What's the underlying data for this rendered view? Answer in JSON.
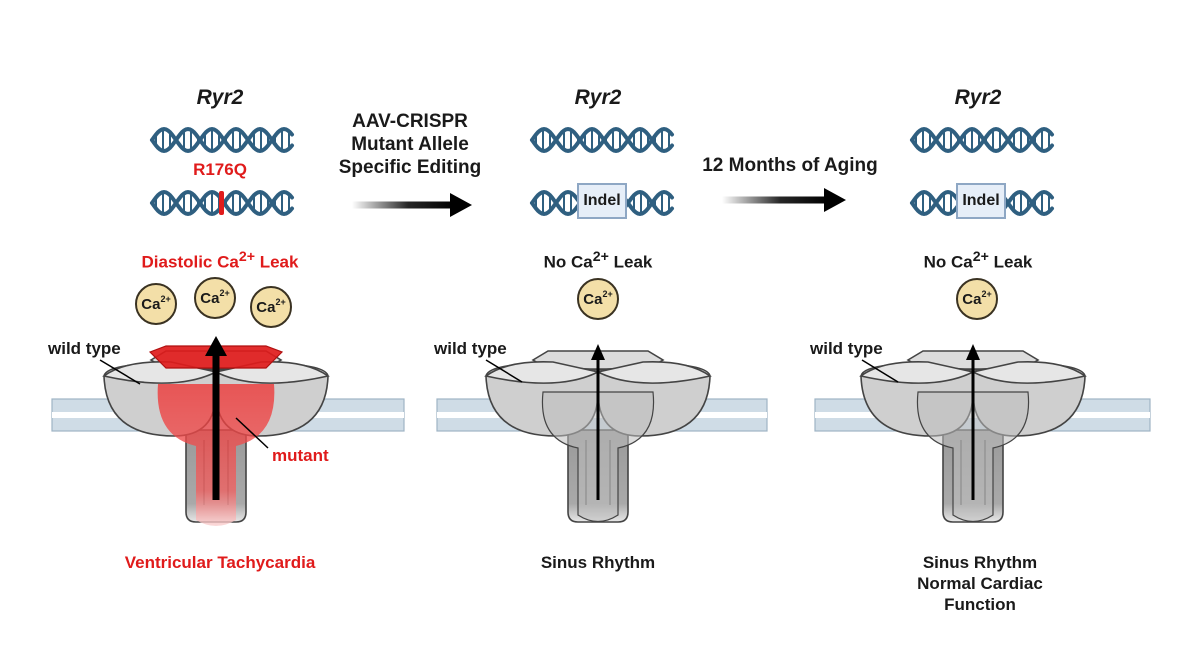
{
  "panels": [
    {
      "gene": "Ryr2",
      "mutation": "R176Q",
      "leak": "Diastolic Ca<sup>2+</sup> Leak",
      "ions": [
        "Ca<sup>2+</sup>",
        "Ca<sup>2+</sup>",
        "Ca<sup>2+</sup>"
      ],
      "wild_type_label": "wild type",
      "mutant_label": "mutant",
      "outcome": [
        "Ventricular Tachycardia"
      ]
    },
    {
      "gene": "Ryr2",
      "indel": "Indel",
      "leak": "No Ca<sup>2+</sup> Leak",
      "ions": [
        "Ca<sup>2+</sup>"
      ],
      "wild_type_label": "wild type",
      "outcome": [
        "Sinus Rhythm"
      ]
    },
    {
      "gene": "Ryr2",
      "indel": "Indel",
      "leak": "No Ca<sup>2+</sup> Leak",
      "ions": [
        "Ca<sup>2+</sup>"
      ],
      "wild_type_label": "wild type",
      "outcome": [
        "Sinus Rhythm",
        "Normal Cardiac",
        "Function"
      ]
    }
  ],
  "steps": [
    {
      "lines": [
        "AAV-CRISPR",
        "Mutant Allele",
        "Specific Editing"
      ]
    },
    {
      "lines": [
        "12 Months of Aging"
      ]
    }
  ],
  "colors": {
    "dna": "#2f5f80",
    "alert": "#e01b1b",
    "membrane": "#cfdce6",
    "membrane_edge": "#9fb4c4",
    "channel": "#d4d3d3",
    "ion": "#f3dfa8"
  }
}
